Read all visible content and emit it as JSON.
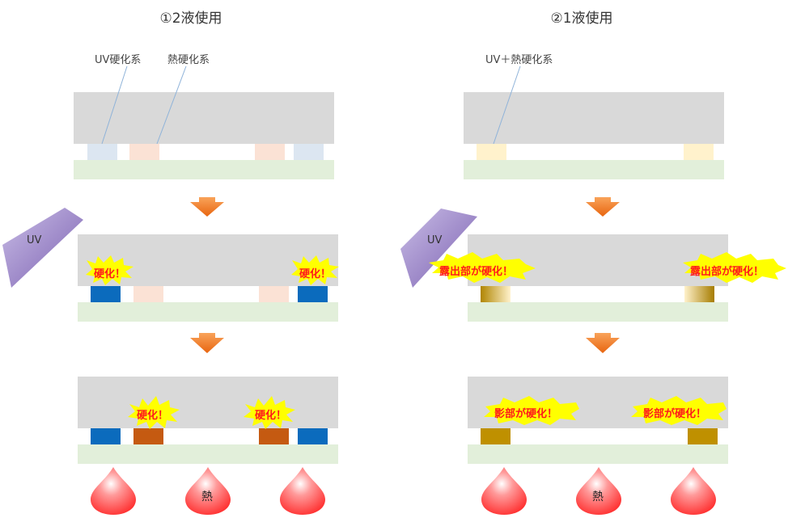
{
  "left_panel": {
    "title": "①2液使用",
    "label_uv": "UV硬化系",
    "label_heat": "熱硬化系",
    "uv_label": "UV",
    "burst_step2": "硬化！",
    "burst_step3": "硬化！",
    "heat_label": "熱"
  },
  "right_panel": {
    "title": "②1液使用",
    "label_mix": "UV＋熱硬化系",
    "uv_label": "UV",
    "burst_step2": "露出部が硬化！",
    "burst_step3": "影部が硬化！",
    "heat_label": "熱"
  },
  "colors": {
    "glass": "#d9d9d9",
    "substrate": "#e2efda",
    "uv_uncured": "#dce6f1",
    "heat_uncured": "#fbe2d5",
    "uv_cured": "#0b6bbd",
    "heat_cured": "#c55a11",
    "mix_uncured": "#fff2cc",
    "mix_cured": "#bf9000",
    "arrow": "#f27a1c",
    "burst": "#ffff00",
    "burst_text": "#ff1a1a",
    "uv_wedge": "#9a85c6",
    "heat_drop": "#ff4d4d"
  }
}
